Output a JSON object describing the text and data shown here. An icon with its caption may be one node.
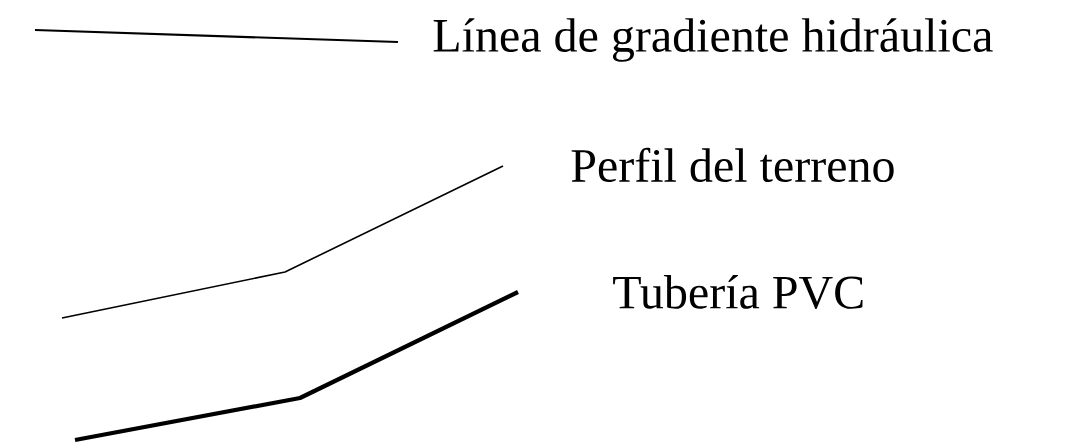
{
  "diagram": {
    "legend": [
      {
        "text": "Línea de gradiente hidráulica"
      },
      {
        "text": "Perfil del terreno"
      },
      {
        "text": "Tubería PVC"
      }
    ]
  }
}
